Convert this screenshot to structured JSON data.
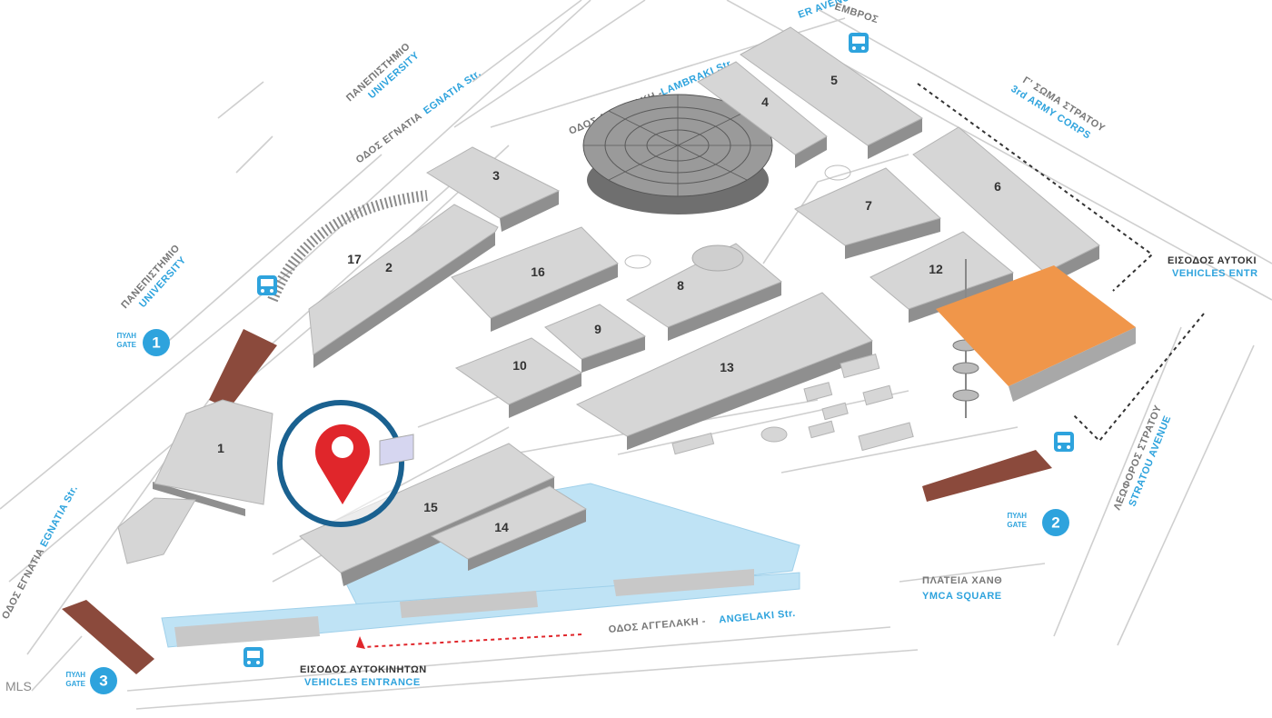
{
  "map": {
    "streets": [
      {
        "id": "university-top",
        "greek": "ΠΑΝΕΠΙΣΤΗΜΙΟ",
        "english": "UNIVERSITY"
      },
      {
        "id": "egnatia-top",
        "greek": "ΟΔΟΣ ΕΓΝΑΤΙΑ",
        "english": "EGNATIA Str."
      },
      {
        "id": "lambraki",
        "greek": "ΟΔΟΣ ΛΑΜΠΡΑΚΗ -",
        "english": "LAMBRAKI Str."
      },
      {
        "id": "kon-avenue",
        "greek": "",
        "english": "ER AVENUE"
      },
      {
        "id": "third-army",
        "greek": "Γ' ΣΩΜΑ ΣΤΡΑΤΟΥ",
        "english": "3rd ARMY CORPS"
      },
      {
        "id": "university-left",
        "greek": "ΠΑΝΕΠΙΣΤΗΜΙΟ",
        "english": "UNIVERSITY"
      },
      {
        "id": "egnatia-left",
        "greek": "ΟΔΟΣ ΕΓΝΑΤΙΑ",
        "english": "EGNATIA Str."
      },
      {
        "id": "angelaki",
        "greek": "ΟΔΟΣ ΑΓΓΕΛΑΚΗ -",
        "english": "ANGELAKI Str."
      },
      {
        "id": "stratou",
        "greek": "ΛΕΩΦΟΡΟΣ ΣΤΡΑΤΟΥ",
        "english": "STRATOU AVENUE"
      },
      {
        "id": "ymca",
        "greek": "ΠΛΑΤΕΙΑ ΧΑΝΘ",
        "english": "YMCA SQUARE"
      }
    ],
    "top_fragment": "ΕΜΒΡΟΣ",
    "gates": [
      {
        "number": "1",
        "greek": "ΠΥΛΗ",
        "english": "GATE"
      },
      {
        "number": "2",
        "greek": "ΠΥΛΗ",
        "english": "GATE"
      },
      {
        "number": "3",
        "greek": "ΠΥΛΗ",
        "english": "GATE"
      }
    ],
    "vehicle_entrances": [
      {
        "greek": "ΕΙΣΟΔΟΣ ΑΥΤΟΚΙΝΗΤΩΝ",
        "english": "VEHICLES ENTRANCE"
      },
      {
        "greek": "ΕΙΣΟΔΟΣ ΑΥΤΟΚΙ",
        "english": "VEHICLES ENTR"
      }
    ],
    "mls_label": "MLS",
    "buildings": [
      "1",
      "2",
      "3",
      "4",
      "5",
      "6",
      "7",
      "8",
      "9",
      "10",
      "12",
      "13",
      "14",
      "15",
      "16",
      "17"
    ],
    "highlight_color": "#f0964a",
    "marker_color": "#e0262b",
    "ring_color": "#1a6190",
    "accent_color": "#2ea3dd"
  }
}
